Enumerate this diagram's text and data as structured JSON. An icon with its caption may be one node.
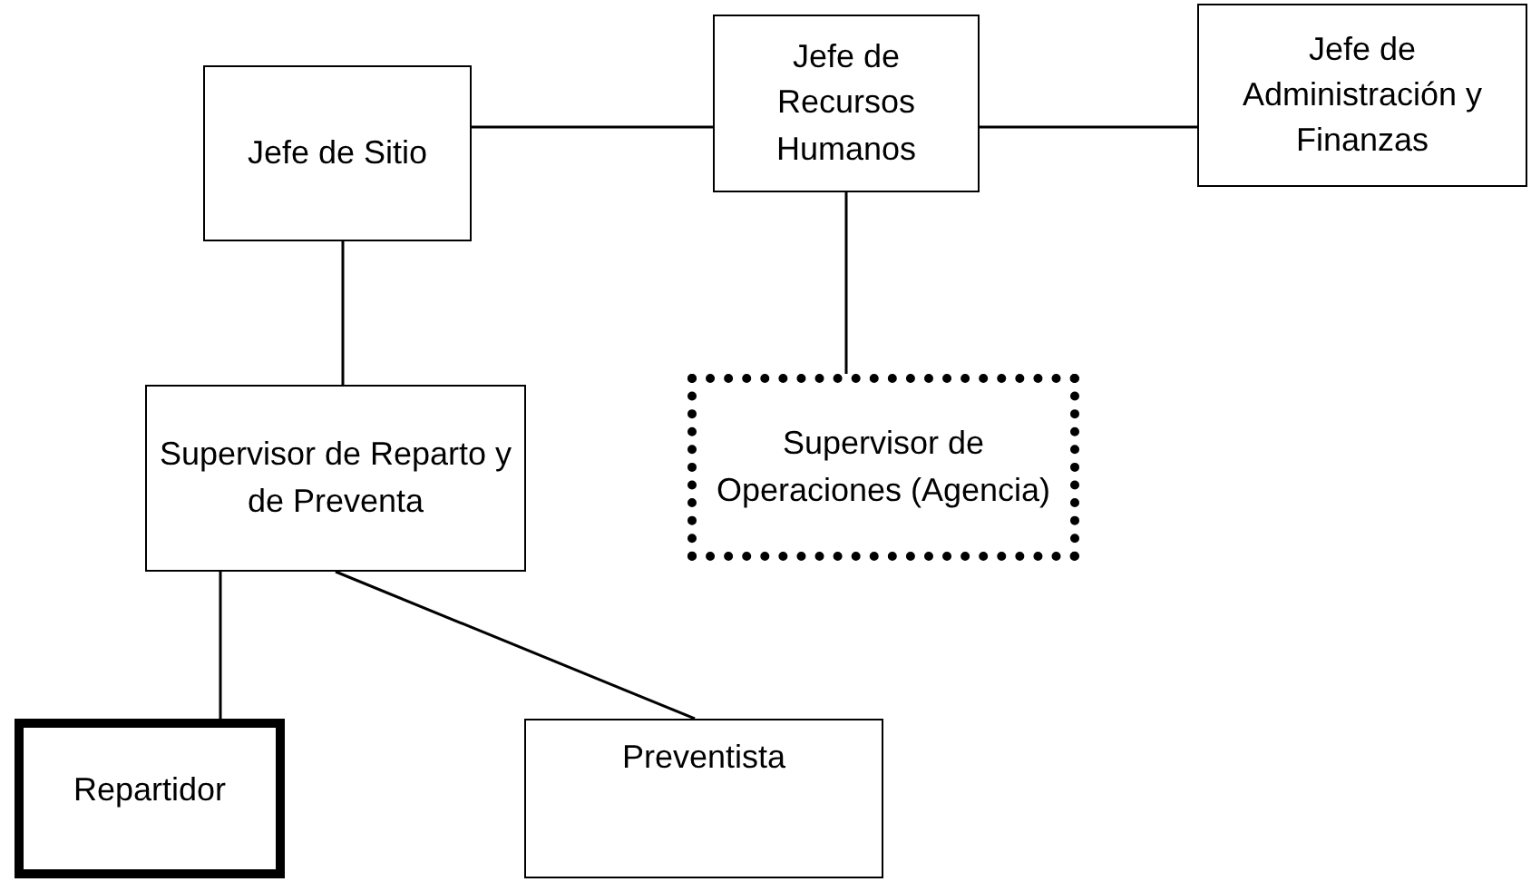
{
  "diagram": {
    "nodes": [
      {
        "text": [
          "Jefe de Sitio"
        ]
      },
      {
        "text": [
          "Jefe de Recursos Humanos"
        ]
      },
      {
        "text": [
          "Jefe de Administración y Finanzas"
        ]
      },
      {
        "text": [
          "Supervisor de Reparto y de Preventa"
        ]
      },
      {
        "text": [
          "Supervisor de Operaciones (Agencia)"
        ]
      },
      {
        "text": [
          "Repartidor"
        ]
      },
      {
        "text": [
          "Preventista"
        ]
      }
    ],
    "edges": [
      {
        "from": 0,
        "to": 1,
        "arrow": "none"
      },
      {
        "from": 1,
        "to": 2,
        "arrow": "none"
      },
      {
        "from": 0,
        "to": 3,
        "arrow": "none"
      },
      {
        "from": 1,
        "to": 4,
        "arrow": "none"
      },
      {
        "from": 3,
        "to": 5,
        "arrow": "none"
      },
      {
        "from": 3,
        "to": 6,
        "arrow": "none"
      }
    ]
  }
}
